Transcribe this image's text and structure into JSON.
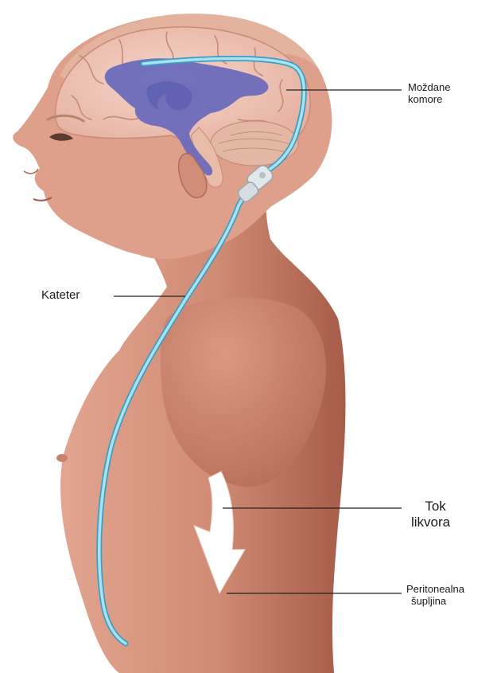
{
  "colors": {
    "skin": "#d9957f",
    "skin_dark": "#b86f5a",
    "skin_shadow": "#a85f4a",
    "hair": "#e6c6a8",
    "brain": "#efc6b8",
    "brain_fold": "#c98a78",
    "ventricles": "#6464b8",
    "cerebellum": "#e4b7a5",
    "catheter": "#8fd3ea",
    "catheter_edge": "#4aa9cc",
    "valve": "#dde3e8",
    "arrow": "#ffffff",
    "leader": "#222222"
  },
  "labels": {
    "ventricles": [
      "Moždane",
      "komore"
    ],
    "catheter": "Kateter",
    "csf_flow": [
      "Tok",
      "likvora"
    ],
    "peritoneal": [
      "Peritonealna",
      "šupljina"
    ]
  }
}
